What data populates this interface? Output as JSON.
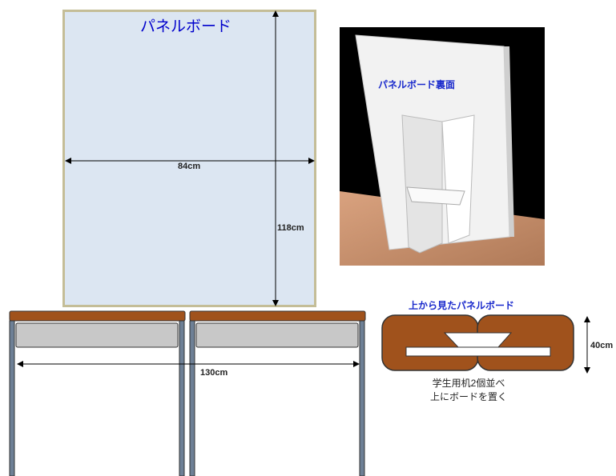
{
  "panel": {
    "title": "パネルボード",
    "width_label": "84cm",
    "height_label": "118cm"
  },
  "photo": {
    "label": "パネルボード裏面"
  },
  "desks": {
    "width_label": "130cm"
  },
  "top_view": {
    "title": "上から見たパネルボード",
    "depth_label": "40cm",
    "note_line1": "学生用机2個並べ",
    "note_line2": "上にボードを置く"
  },
  "colors": {
    "panel_fill": "#dce6f2",
    "panel_border": "#c4bd97",
    "desk_top": "#a0521c",
    "desk_frame": "#5a6b80",
    "title_blue": "#0000cc"
  }
}
